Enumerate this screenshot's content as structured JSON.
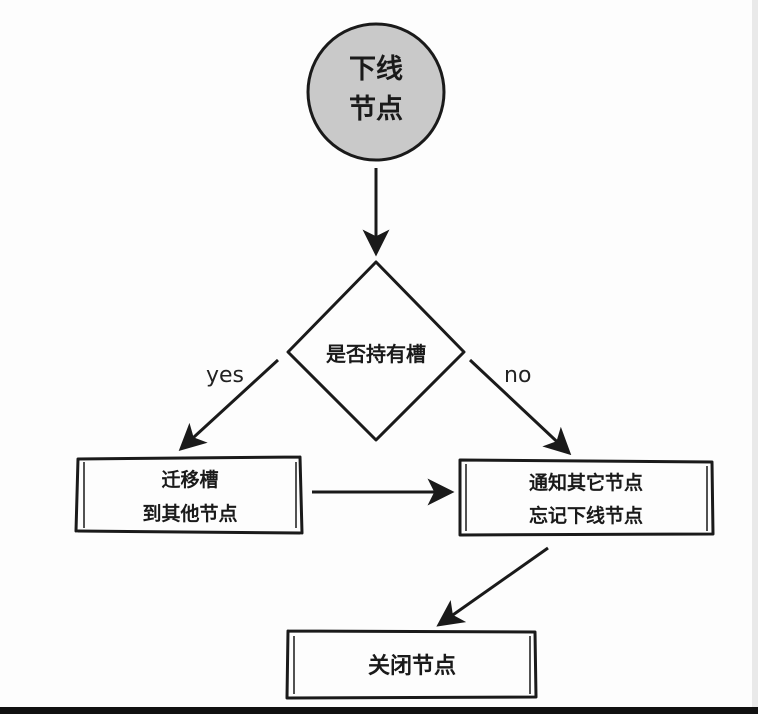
{
  "diagram": {
    "start": {
      "line1": "下线",
      "line2": "节点"
    },
    "decision": {
      "label": "是否持有槽"
    },
    "yes_label": "yes",
    "no_label": "no",
    "migrate": {
      "line1": "迁移槽",
      "line2": "到其他节点"
    },
    "notify": {
      "line1": "通知其它节点",
      "line2": "忘记下线节点"
    },
    "shutdown": {
      "label": "关闭节点"
    }
  },
  "colors": {
    "start_fill": "#c9c9c9",
    "stroke": "#1a1a1a",
    "background": "#fdfdfd"
  }
}
